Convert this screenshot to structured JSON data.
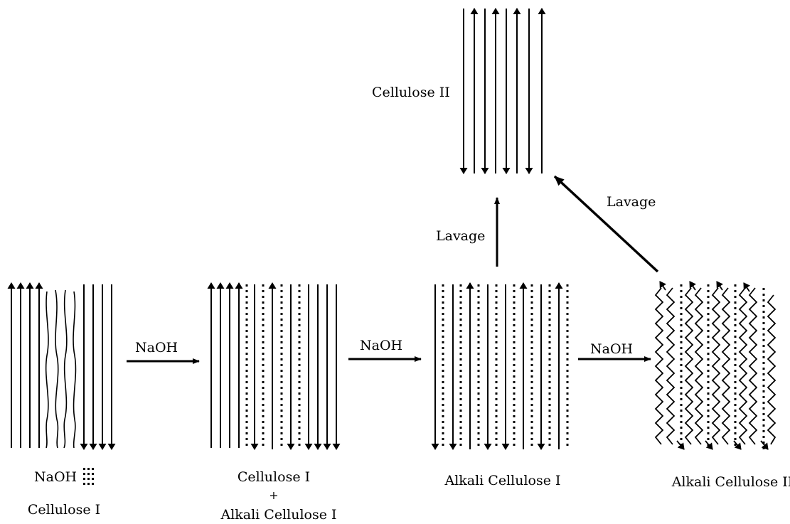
{
  "labels": {
    "stage1_naoh": "NaOH",
    "stage1_name": "Cellulose I",
    "stage2_line1": "Cellulose I",
    "stage2_plus": "+",
    "stage2_line2": "Alkali Cellulose I",
    "stage3_name": "Alkali Cellulose I",
    "stage4_name": "Alkali Cellulose II",
    "top_name": "Cellulose II"
  },
  "arrows": {
    "a1": "NaOH",
    "a2": "NaOH",
    "a3": "NaOH",
    "lavage_vertical": "Lavage",
    "lavage_diagonal": "Lavage"
  },
  "colors": {
    "ink": "#000000",
    "background": "#ffffff"
  }
}
